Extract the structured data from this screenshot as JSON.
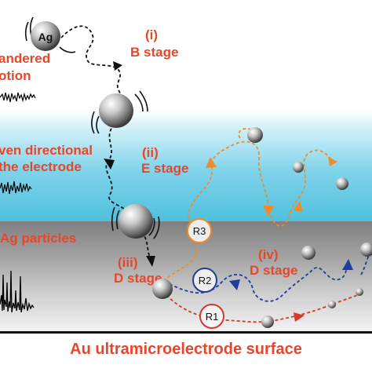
{
  "particle_label": "Ag",
  "left_labels": {
    "line1": "andered",
    "line2": "otion",
    "line3": "ven directional",
    "line4": "the electrode",
    "line5": "Ag particles"
  },
  "stages": {
    "b_num": "(i)",
    "b_name": "B stage",
    "e_num": "(ii)",
    "e_name": "E stage",
    "d1_num": "(iii)",
    "d1_name": "D stage",
    "d2_num": "(iv)",
    "d2_name": "D stage"
  },
  "routes": {
    "r1": "R1",
    "r2": "R2",
    "r3": "R3"
  },
  "surface_label": "Au ultramicroelectrode surface",
  "colors": {
    "stage_text": "#e8462b",
    "r1_path": "#d23a2a",
    "r2_path": "#1f3d9a",
    "r3_path": "#f08a2a"
  }
}
